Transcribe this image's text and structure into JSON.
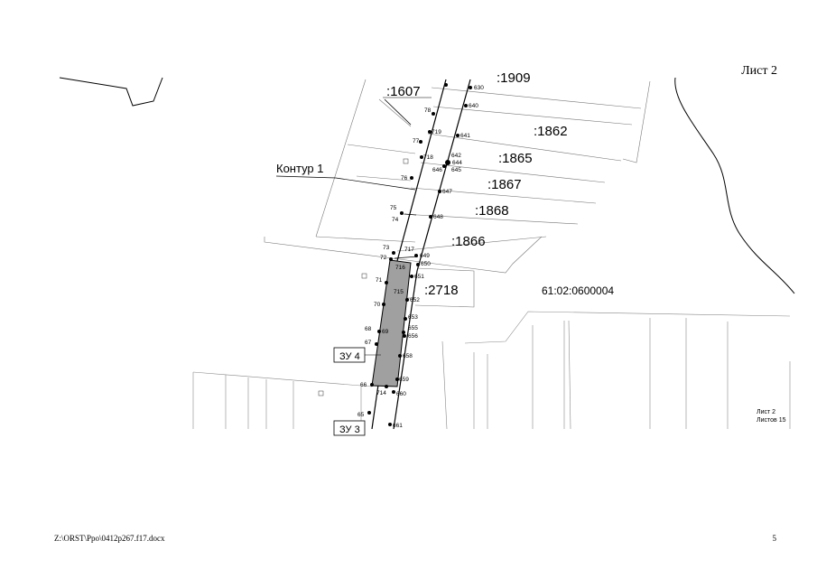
{
  "page": {
    "sheet_label": "Лист 2",
    "footer_path": "Z:\\ORST\\Ppo\\0412p267.f17.docx",
    "footer_page_number": "5"
  },
  "map": {
    "stamp": {
      "sheet": "Лист 2",
      "sheets_total": "Листов 15"
    },
    "quarter_label": "61:02:0600004",
    "contour_label": "Контур 1",
    "plot_labels": [
      {
        "id": "zu4",
        "text": "ЗУ 4"
      },
      {
        "id": "zu3",
        "text": "ЗУ 3"
      }
    ],
    "parcel_labels": [
      {
        "id": "p1909",
        "text": ":1909"
      },
      {
        "id": "p1607",
        "text": ":1607"
      },
      {
        "id": "p1862",
        "text": ":1862"
      },
      {
        "id": "p1865",
        "text": ":1865"
      },
      {
        "id": "p1867",
        "text": ":1867"
      },
      {
        "id": "p1868",
        "text": ":1868"
      },
      {
        "id": "p1866",
        "text": ":1866"
      },
      {
        "id": "p2718",
        "text": ":2718"
      }
    ],
    "points": [
      {
        "n": "630"
      },
      {
        "n": "640"
      },
      {
        "n": "641"
      },
      {
        "n": "642"
      },
      {
        "n": "644"
      },
      {
        "n": "645"
      },
      {
        "n": "646"
      },
      {
        "n": "647"
      },
      {
        "n": "648"
      },
      {
        "n": "649"
      },
      {
        "n": "650"
      },
      {
        "n": "651"
      },
      {
        "n": "652"
      },
      {
        "n": "653"
      },
      {
        "n": "655"
      },
      {
        "n": "656"
      },
      {
        "n": "658"
      },
      {
        "n": "659"
      },
      {
        "n": "660"
      },
      {
        "n": "661"
      },
      {
        "n": "65"
      },
      {
        "n": "66"
      },
      {
        "n": "67"
      },
      {
        "n": "68"
      },
      {
        "n": "69"
      },
      {
        "n": "70"
      },
      {
        "n": "71"
      },
      {
        "n": "72"
      },
      {
        "n": "73"
      },
      {
        "n": "74"
      },
      {
        "n": "75"
      },
      {
        "n": "76"
      },
      {
        "n": "77"
      },
      {
        "n": "78"
      },
      {
        "n": "714"
      },
      {
        "n": "715"
      },
      {
        "n": "716"
      },
      {
        "n": "717"
      },
      {
        "n": "718"
      },
      {
        "n": "719"
      }
    ]
  }
}
